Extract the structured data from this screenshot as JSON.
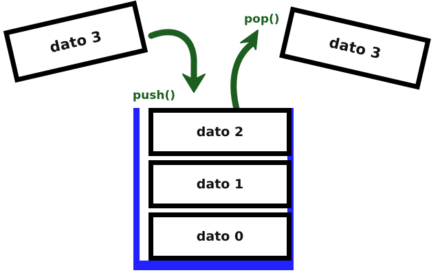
{
  "diagram": {
    "title": "Stack push and pop diagram",
    "colors": {
      "stack_frame": "#2222ff",
      "cell_border": "#000000",
      "arrow": "#1b5e20",
      "label_text": "#1b5e20",
      "background": "#ffffff"
    },
    "incoming_box": {
      "label": "dato 3",
      "name": "incoming-data-box"
    },
    "outgoing_box": {
      "label": "dato 3",
      "name": "outgoing-data-box"
    },
    "operations": {
      "push": {
        "label": "push()",
        "arrow_name": "push-arrow",
        "direction": "into-stack"
      },
      "pop": {
        "label": "pop()",
        "arrow_name": "pop-arrow",
        "direction": "out-of-stack"
      }
    },
    "stack": {
      "name": "stack-container",
      "cells": [
        {
          "label": "dato 2"
        },
        {
          "label": "dato 1"
        },
        {
          "label": "dato 0"
        }
      ]
    }
  }
}
